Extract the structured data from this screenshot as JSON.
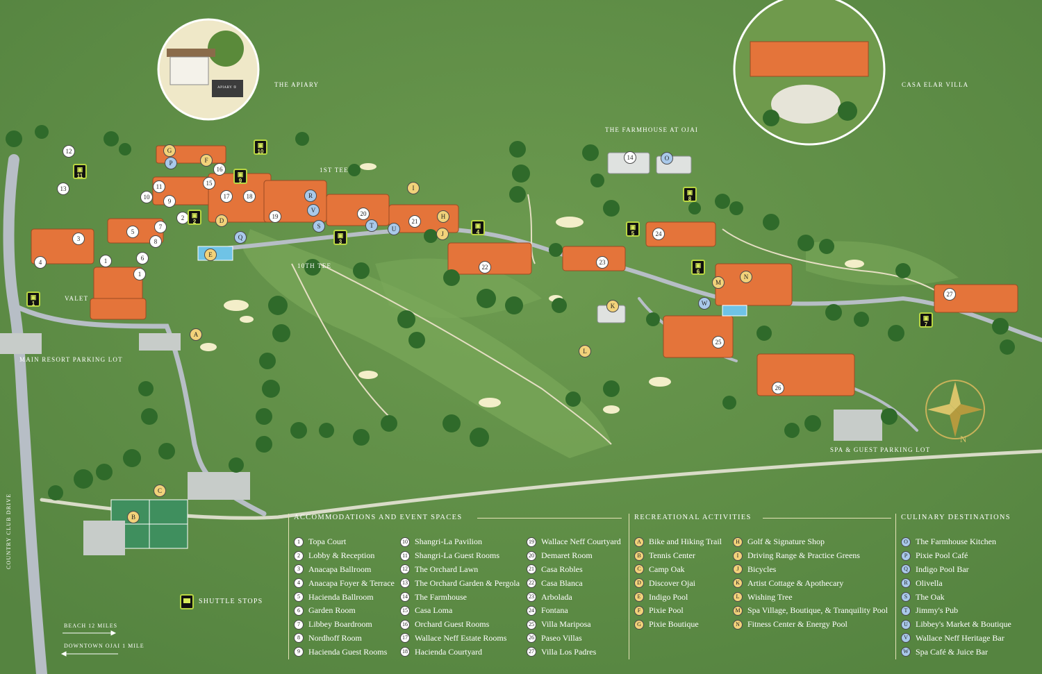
{
  "area_labels": {
    "apiary": "THE APIARY",
    "casa_elar": "CASA ELAR VILLA",
    "farmhouse": "THE FARMHOUSE AT OJAI",
    "first_tee": "1ST TEE",
    "tenth_tee": "10TH TEE",
    "valet": "VALET",
    "main_parking": "MAIN RESORT PARKING LOT",
    "spa_parking": "SPA & GUEST PARKING LOT",
    "country_club_drive": "COUNTRY CLUB DRIVE",
    "apiary_sign": "APIARY ①"
  },
  "directions": {
    "beach": "BEACH 12 MILES",
    "downtown": "DOWNTOWN OJAI 1 MILE"
  },
  "compass": {
    "north": "N"
  },
  "shuttle_legend": {
    "label": "SHUTTLE STOPS"
  },
  "colors": {
    "grass": "#5f8f45",
    "roof": "#e4743a",
    "accommodation_marker": "#ffffff",
    "recreation_marker": "#f2d27a",
    "culinary_marker": "#a9c9ea",
    "shuttle_marker": "#111111"
  },
  "markers": {
    "accommodations": [
      {
        "id": "1",
        "label": "1"
      },
      {
        "id": "1b",
        "label": "1"
      },
      {
        "id": "2",
        "label": "2"
      },
      {
        "id": "3",
        "label": "3"
      },
      {
        "id": "4",
        "label": "4"
      },
      {
        "id": "5",
        "label": "5"
      },
      {
        "id": "6",
        "label": "6"
      },
      {
        "id": "7",
        "label": "7"
      },
      {
        "id": "8",
        "label": "8"
      },
      {
        "id": "9",
        "label": "9"
      },
      {
        "id": "10",
        "label": "10"
      },
      {
        "id": "11",
        "label": "11"
      },
      {
        "id": "12",
        "label": "12"
      },
      {
        "id": "13",
        "label": "13"
      },
      {
        "id": "14",
        "label": "14"
      },
      {
        "id": "15",
        "label": "15"
      },
      {
        "id": "16",
        "label": "16"
      },
      {
        "id": "17",
        "label": "17"
      },
      {
        "id": "18",
        "label": "18"
      },
      {
        "id": "19",
        "label": "19"
      },
      {
        "id": "20",
        "label": "20"
      },
      {
        "id": "21",
        "label": "21"
      },
      {
        "id": "22",
        "label": "22"
      },
      {
        "id": "23",
        "label": "23"
      },
      {
        "id": "24",
        "label": "24"
      },
      {
        "id": "25",
        "label": "25"
      },
      {
        "id": "26",
        "label": "26"
      },
      {
        "id": "27",
        "label": "27"
      }
    ],
    "recreation": [
      {
        "id": "A",
        "label": "A"
      },
      {
        "id": "B",
        "label": "B"
      },
      {
        "id": "C",
        "label": "C"
      },
      {
        "id": "D",
        "label": "D"
      },
      {
        "id": "E",
        "label": "E"
      },
      {
        "id": "F",
        "label": "F"
      },
      {
        "id": "G",
        "label": "G"
      },
      {
        "id": "H",
        "label": "H"
      },
      {
        "id": "I",
        "label": "I"
      },
      {
        "id": "J",
        "label": "J"
      },
      {
        "id": "K",
        "label": "K"
      },
      {
        "id": "L",
        "label": "L"
      },
      {
        "id": "M",
        "label": "M"
      },
      {
        "id": "N",
        "label": "N"
      }
    ],
    "culinary": [
      {
        "id": "O",
        "label": "O"
      },
      {
        "id": "P",
        "label": "P"
      },
      {
        "id": "Q",
        "label": "Q"
      },
      {
        "id": "R",
        "label": "R"
      },
      {
        "id": "S",
        "label": "S"
      },
      {
        "id": "T",
        "label": "T"
      },
      {
        "id": "U",
        "label": "U"
      },
      {
        "id": "V",
        "label": "V"
      },
      {
        "id": "W",
        "label": "W"
      }
    ],
    "shuttles": [
      {
        "label": "1"
      },
      {
        "label": "2"
      },
      {
        "label": "3"
      },
      {
        "label": "4"
      },
      {
        "label": "5"
      },
      {
        "label": "6"
      },
      {
        "label": "7"
      },
      {
        "label": "8"
      },
      {
        "label": "9"
      },
      {
        "label": "10"
      },
      {
        "label": "11"
      }
    ]
  },
  "legend": {
    "accommodations": {
      "title": "ACCOMMODATIONS AND EVENT SPACES",
      "columns": [
        [
          {
            "num": "1",
            "name": "Topa Court"
          },
          {
            "num": "2",
            "name": "Lobby & Reception"
          },
          {
            "num": "3",
            "name": "Anacapa Ballroom"
          },
          {
            "num": "4",
            "name": "Anacapa Foyer & Terrace"
          },
          {
            "num": "5",
            "name": "Hacienda Ballroom"
          },
          {
            "num": "6",
            "name": "Garden Room"
          },
          {
            "num": "7",
            "name": "Libbey Boardroom"
          },
          {
            "num": "8",
            "name": "Nordhoff Room"
          },
          {
            "num": "9",
            "name": "Hacienda Guest Rooms"
          }
        ],
        [
          {
            "num": "10",
            "name": "Shangri-La Pavilion"
          },
          {
            "num": "11",
            "name": "Shangri-La Guest Rooms"
          },
          {
            "num": "12",
            "name": "The Orchard Lawn"
          },
          {
            "num": "13",
            "name": "The Orchard Garden & Pergola"
          },
          {
            "num": "14",
            "name": "The Farmhouse"
          },
          {
            "num": "15",
            "name": "Casa Loma"
          },
          {
            "num": "16",
            "name": "Orchard Guest Rooms"
          },
          {
            "num": "17",
            "name": "Wallace Neff Estate Rooms"
          },
          {
            "num": "18",
            "name": "Hacienda Courtyard"
          }
        ],
        [
          {
            "num": "19",
            "name": "Wallace Neff Courtyard"
          },
          {
            "num": "20",
            "name": "Demaret Room"
          },
          {
            "num": "21",
            "name": "Casa Robles"
          },
          {
            "num": "22",
            "name": "Casa Blanca"
          },
          {
            "num": "23",
            "name": "Arbolada"
          },
          {
            "num": "24",
            "name": "Fontana"
          },
          {
            "num": "25",
            "name": "Villa Mariposa"
          },
          {
            "num": "26",
            "name": "Paseo Villas"
          },
          {
            "num": "27",
            "name": "Villa Los Padres"
          }
        ]
      ]
    },
    "recreation": {
      "title": "RECREATIONAL ACTIVITIES",
      "columns": [
        [
          {
            "num": "A",
            "name": "Bike and Hiking Trail"
          },
          {
            "num": "B",
            "name": "Tennis Center"
          },
          {
            "num": "C",
            "name": "Camp Oak"
          },
          {
            "num": "D",
            "name": "Discover Ojai"
          },
          {
            "num": "E",
            "name": "Indigo Pool"
          },
          {
            "num": "F",
            "name": "Pixie Pool"
          },
          {
            "num": "G",
            "name": "Pixie Boutique"
          }
        ],
        [
          {
            "num": "H",
            "name": "Golf & Signature Shop"
          },
          {
            "num": "I",
            "name": "Driving Range & Practice Greens"
          },
          {
            "num": "J",
            "name": "Bicycles"
          },
          {
            "num": "K",
            "name": "Artist Cottage & Apothecary"
          },
          {
            "num": "L",
            "name": "Wishing Tree"
          },
          {
            "num": "M",
            "name": "Spa Village, Boutique, & Tranquility Pool"
          },
          {
            "num": "N",
            "name": "Fitness Center & Energy Pool"
          }
        ]
      ]
    },
    "culinary": {
      "title": "CULINARY DESTINATIONS",
      "items": [
        {
          "num": "O",
          "name": "The Farmhouse Kitchen"
        },
        {
          "num": "P",
          "name": "Pixie Pool Café"
        },
        {
          "num": "Q",
          "name": "Indigo Pool Bar"
        },
        {
          "num": "R",
          "name": "Olivella"
        },
        {
          "num": "S",
          "name": "The Oak"
        },
        {
          "num": "T",
          "name": "Jimmy's Pub"
        },
        {
          "num": "U",
          "name": "Libbey's Market & Boutique"
        },
        {
          "num": "V",
          "name": "Wallace Neff Heritage Bar"
        },
        {
          "num": "W",
          "name": "Spa Café & Juice Bar"
        }
      ]
    }
  }
}
